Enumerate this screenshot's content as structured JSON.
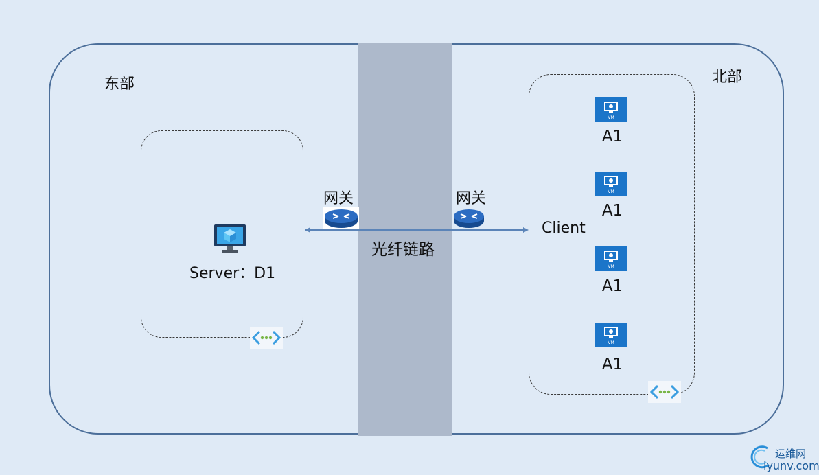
{
  "regions": {
    "east_label": "东部",
    "north_label": "北部"
  },
  "gateways": {
    "left_label": "网关",
    "right_label": "网关"
  },
  "fiber": {
    "label": "光纤链路"
  },
  "server": {
    "label": "Server：D1"
  },
  "client": {
    "label": "Client",
    "vms": [
      {
        "label": "A1"
      },
      {
        "label": "A1"
      },
      {
        "label": "A1"
      },
      {
        "label": "A1"
      }
    ]
  },
  "watermark": {
    "name": "运维网",
    "domain": "iyunv.com"
  },
  "colors": {
    "background": "#dfeaf6",
    "region_border": "#4c6f9a",
    "fiber_band": "#adb9cb",
    "vm_tile": "#1b75c9",
    "router": "#1f5fb0",
    "link_line": "#5b84b8"
  }
}
